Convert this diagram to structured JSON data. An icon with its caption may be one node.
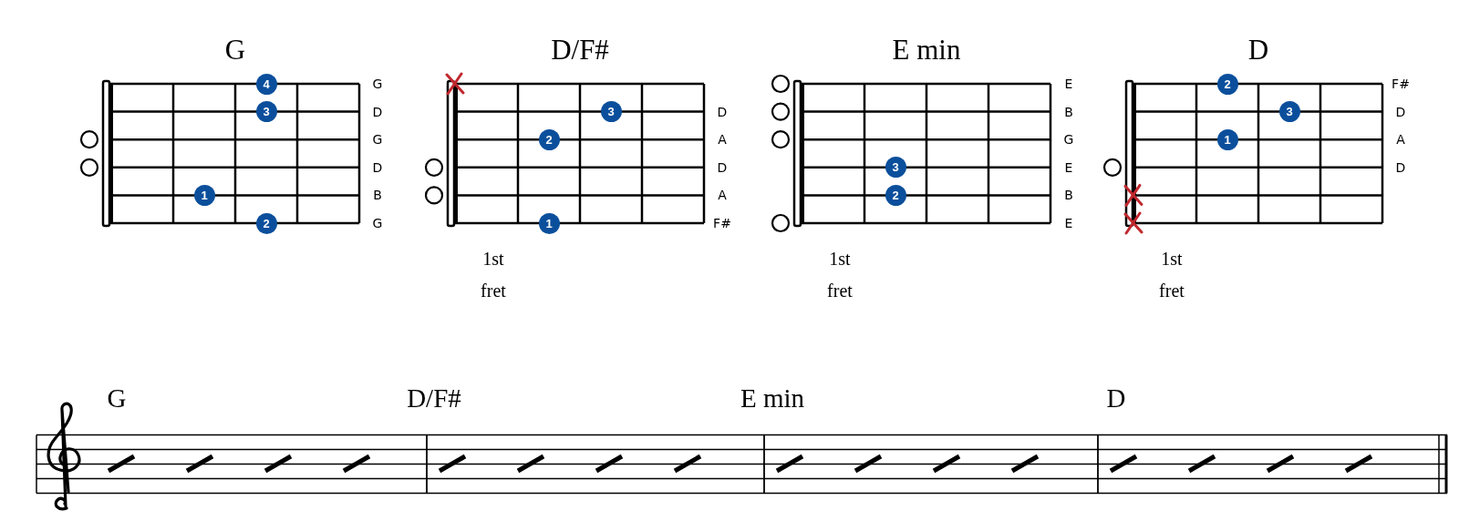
{
  "diagram": {
    "nodes": [
      {
        "text": [
          "4"
        ]
      },
      {
        "text": [
          "3"
        ]
      },
      {
        "text": [
          "1"
        ]
      },
      {
        "text": [
          "2"
        ]
      },
      {
        "text": [
          "3"
        ]
      },
      {
        "text": [
          "2"
        ]
      },
      {
        "text": [
          "1"
        ]
      },
      {
        "text": [
          "3"
        ]
      },
      {
        "text": [
          "2"
        ]
      },
      {
        "text": [
          "2"
        ]
      },
      {
        "text": [
          "3"
        ]
      },
      {
        "text": [
          "1"
        ]
      }
    ],
    "labels": [
      "G",
      "G",
      "D",
      "G",
      "D",
      "B",
      "G",
      "D/F#",
      "D",
      "A",
      "D",
      "A",
      "F#",
      "1st",
      "fret",
      "E min",
      "E",
      "B",
      "G",
      "E",
      "B",
      "E",
      "1st",
      "fret",
      "D",
      "F#",
      "D",
      "A",
      "D",
      "1st",
      "fret",
      "G",
      "D/F#",
      "E min",
      "D"
    ]
  }
}
